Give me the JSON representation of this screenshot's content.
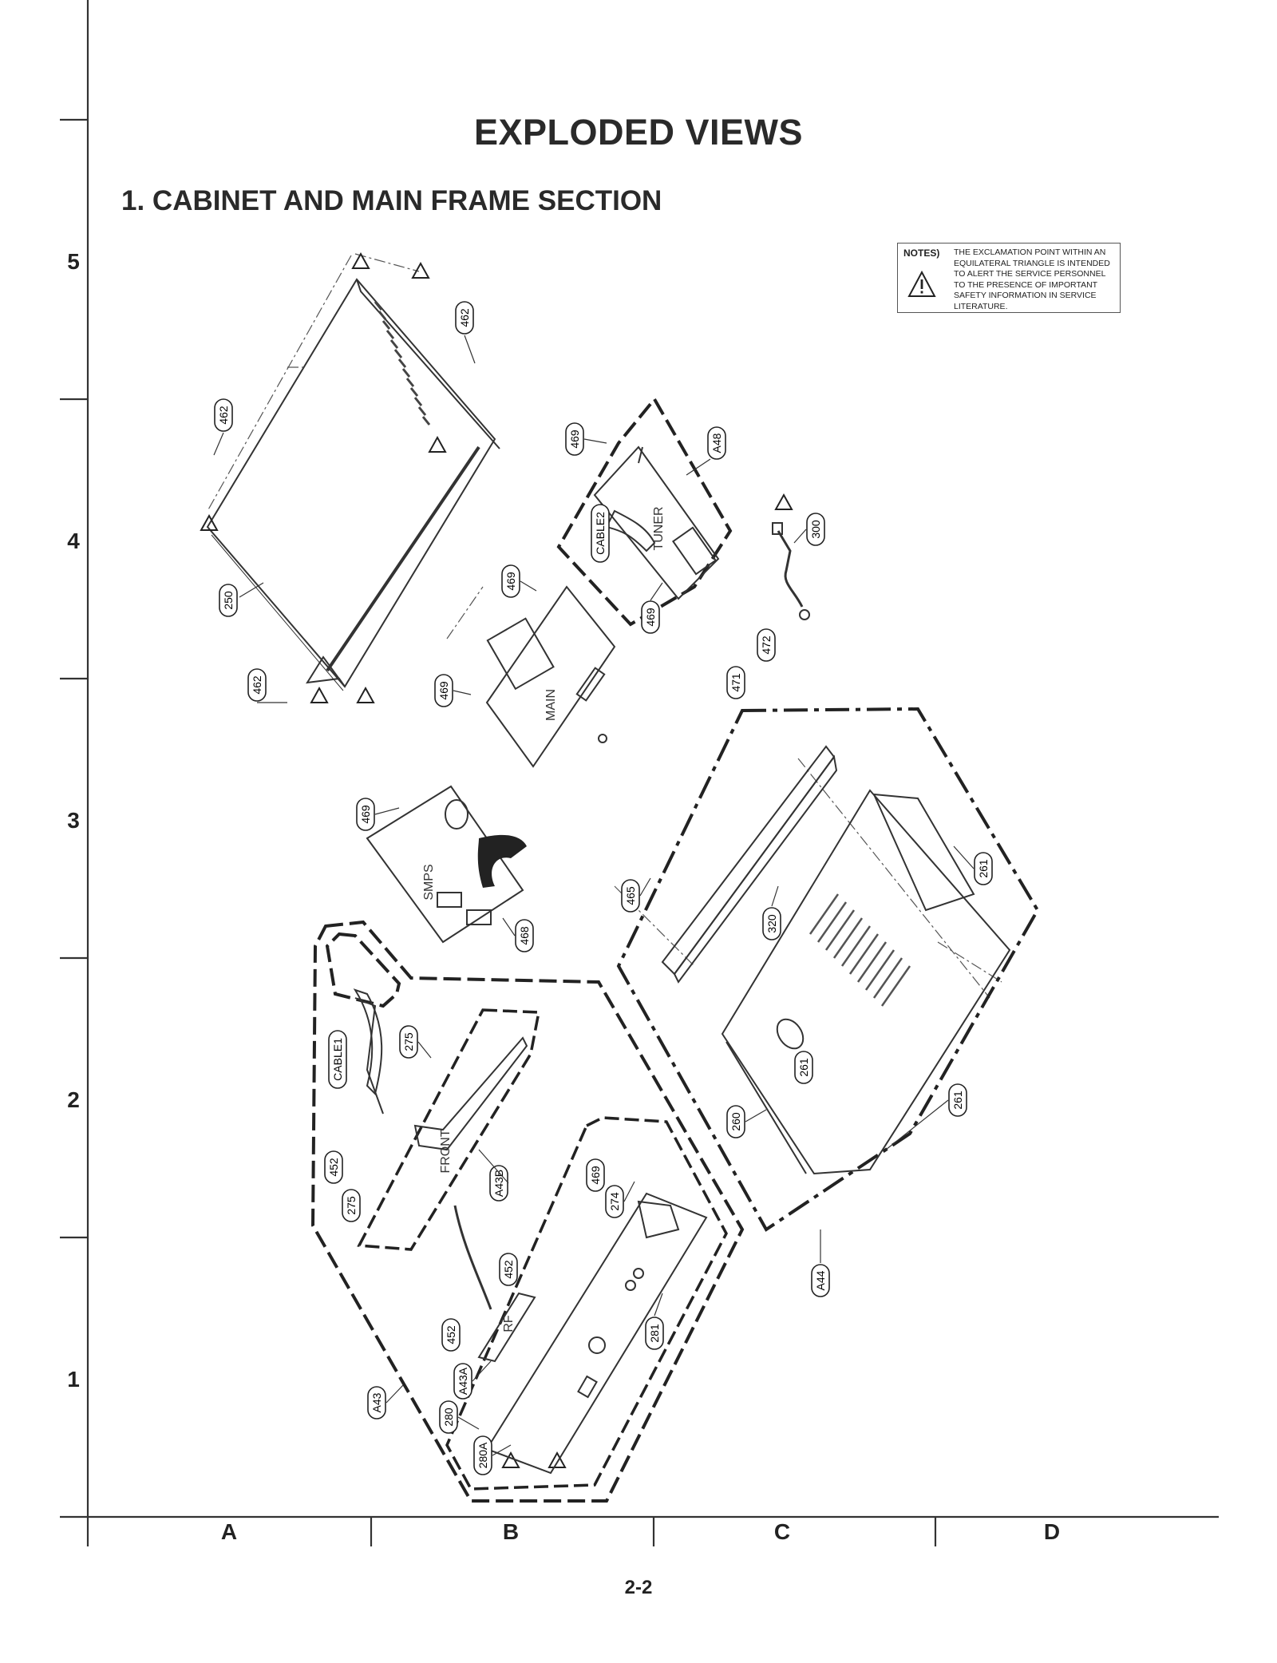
{
  "title": "EXPLODED VIEWS",
  "section": "1. CABINET AND MAIN FRAME SECTION",
  "notes": {
    "heading": "NOTES)",
    "lines": [
      "THE EXCLAMATION POINT WITHIN AN",
      "EQUILATERAL TRIANGLE IS INTENDED",
      "TO ALERT THE SERVICE PERSONNEL",
      "TO THE PRESENCE OF IMPORTANT",
      "SAFETY INFORMATION IN SERVICE",
      "LITERATURE."
    ]
  },
  "grid": {
    "rows": [
      "5",
      "4",
      "3",
      "2",
      "1"
    ],
    "columns": [
      "A",
      "B",
      "C",
      "D"
    ]
  },
  "board_labels": {
    "tuner": "TUNER",
    "main": "MAIN",
    "smps": "SMPS",
    "front": "FRONT",
    "rf": "RF"
  },
  "parts": {
    "top_screw_right": "462",
    "top_screw_left": "462",
    "cabinet": "250",
    "bottom_screw": "462",
    "tuner_screw_top": "469",
    "tuner_assy": "A48",
    "cable2": "CABLE2",
    "tuner_screw_bottom": "469",
    "power_cord": "300",
    "main_screw_top": "469",
    "main_screw_left": "469",
    "washer_471": "471",
    "washer_472": "472",
    "smps_screw": "469",
    "smps_468": "468",
    "rear_screw": "465",
    "rear_panel": "320",
    "foot_right": "261",
    "foot_center": "261",
    "foot_bottom": "261",
    "main_frame": "260",
    "frame_assy": "A44",
    "cable1": "CABLE1",
    "front_275_top": "275",
    "front_screw_452": "452",
    "front_275_bottom": "275",
    "front_board_assy": "A43B",
    "front_screw_469": "469",
    "part_274": "274",
    "rf_screw_top": "452",
    "rf_screw_left": "452",
    "part_281": "281",
    "rf_board_assy": "A43A",
    "front_assy": "A43",
    "front_panel": "280",
    "front_panel_a": "280A"
  },
  "page_number": "2-2"
}
